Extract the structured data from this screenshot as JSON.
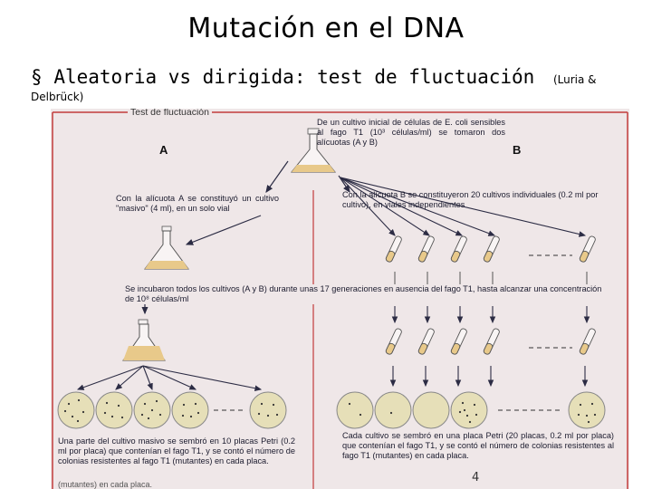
{
  "slide": {
    "title": "Mutación en el DNA",
    "bullet_marker": "§",
    "bullet_text": "Aleatoria vs dirigida: test de fluctuación",
    "citation_part1": "(Luria &",
    "citation_part2": "Delbrück)",
    "page_number": "4"
  },
  "figure": {
    "title": "Test de fluctuación",
    "label_a": "A",
    "label_b": "B",
    "top_text": "De un cultivo inicial de células de E. coli sensibles al fago T1 (10³ células/ml) se tomaron dos alícuotas (A y B)",
    "left_text": "Con la alícuota A se constituyó un cultivo \"masivo\" (4 ml), en un solo vial",
    "right_text": "Con la alícuota B se constituyeron 20 cultivos individuales (0.2 ml por cultivo), en viales independientes",
    "middle_text": "Se incubaron todos los cultivos (A y B) durante unas 17 generaciones en ausencia del fago T1, hasta alcanzar una concentración de 10⁸ células/ml",
    "bottom_left_text": "Una parte del cultivo masivo se sembró en 10 placas Petri (0.2 ml por placa) que contenían el fago T1, y se contó el número de colonias resistentes al fago T1 (mutantes) en cada placa.",
    "bottom_right_text": "Cada cultivo se sembró en una placa Petri (20 placas, 0.2 ml por placa) que contenían el fago T1, y se contó el número de colonias resistentes al fago T1 (mutantes) en cada placa.",
    "cut_text": "(mutantes) en cada placa."
  },
  "colors": {
    "figure_bg": "#efe7e8",
    "border_red": "#c23b3b",
    "culture_fill": "#e8c98a",
    "plate_fill": "#e6dfb8",
    "arrow": "#c23b3b"
  }
}
